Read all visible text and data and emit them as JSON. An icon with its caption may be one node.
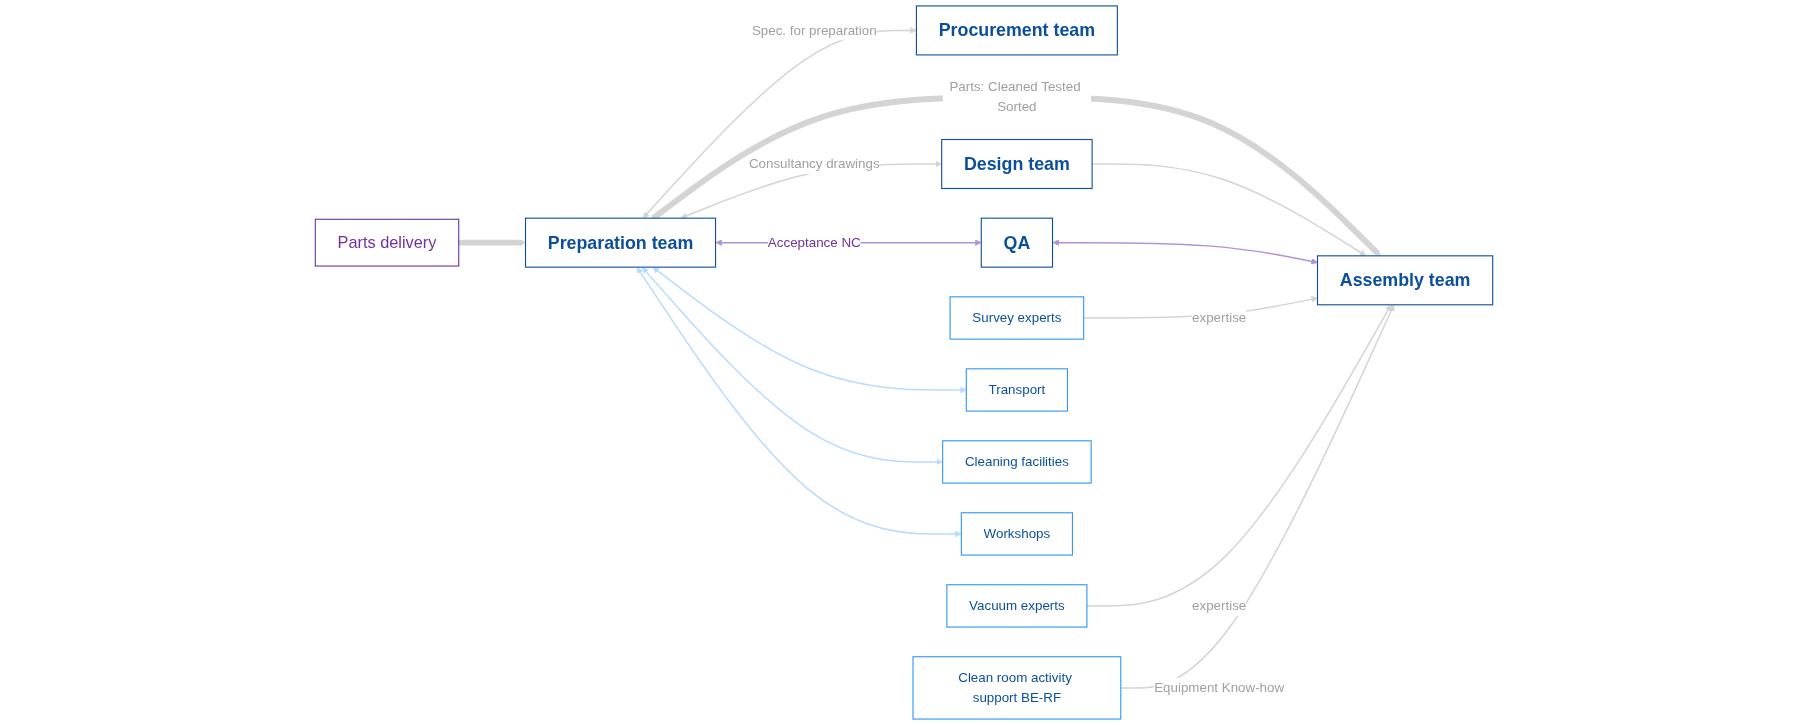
{
  "diagram": {
    "nodes": [
      {
        "text": [
          "Procurement team"
        ]
      },
      {
        "text": [
          "Design team"
        ]
      },
      {
        "text": [
          "QA"
        ]
      },
      {
        "text": [
          "Survey experts"
        ]
      },
      {
        "text": [
          "Vacuum experts"
        ]
      },
      {
        "text": [
          "Parts delivery"
        ]
      },
      {
        "text": [
          "Preparation team"
        ]
      },
      {
        "text": [
          "Assembly team"
        ]
      },
      {
        "text": [
          "Transport"
        ]
      },
      {
        "text": [
          "Cleaning facilities"
        ]
      },
      {
        "text": [
          "Workshops"
        ]
      },
      {
        "text": [
          "Clean room activity support BE-RF"
        ]
      }
    ],
    "edges": [
      {
        "from": 5,
        "to": 6,
        "arrow": "to",
        "style": "thick"
      },
      {
        "from": 6,
        "to": 7,
        "arrow": "to",
        "style": "thick",
        "label": "Parts: Cleaned Tested Sorted"
      },
      {
        "from": 6,
        "to": 0,
        "arrow": "both",
        "label": "Spec. for preparation"
      },
      {
        "from": 6,
        "to": 1,
        "arrow": "both",
        "label": "Consultancy drawings"
      },
      {
        "from": 1,
        "to": 7,
        "arrow": "to"
      },
      {
        "from": 6,
        "to": 2,
        "arrow": "both",
        "color": "#b392d4",
        "label": "Acceptance NC"
      },
      {
        "from": 2,
        "to": 7,
        "arrow": "both",
        "color": "#b392d4"
      },
      {
        "from": 3,
        "to": 7,
        "arrow": "to",
        "label": "expertise"
      },
      {
        "from": 4,
        "to": 7,
        "arrow": "to",
        "label": "expertise"
      },
      {
        "from": 6,
        "to": 8,
        "arrow": "both",
        "color": "#b7dbff"
      },
      {
        "from": 6,
        "to": 9,
        "arrow": "both",
        "color": "#b7dbff"
      },
      {
        "from": 6,
        "to": 10,
        "arrow": "both",
        "color": "#b7dbff"
      },
      {
        "from": 11,
        "to": 7,
        "arrow": "to",
        "label": "Equipment Know-how"
      }
    ]
  }
}
